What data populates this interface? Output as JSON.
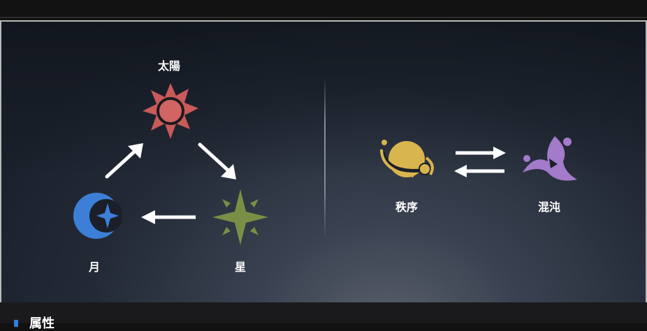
{
  "diagram": {
    "left": {
      "sun": {
        "label": "太陽",
        "color": "#c85a5a"
      },
      "moon": {
        "label": "月",
        "color": "#3d7fd6"
      },
      "star": {
        "label": "星",
        "color": "#7a8f45"
      },
      "cycle": [
        "太陽",
        "星",
        "月",
        "太陽"
      ]
    },
    "right": {
      "order": {
        "label": "秩序",
        "color": "#d9b54e"
      },
      "chaos": {
        "label": "混沌",
        "color": "#a47acb"
      },
      "relation": "bidirectional"
    }
  },
  "section": {
    "title": "属性",
    "accent": "#2f7de0"
  }
}
